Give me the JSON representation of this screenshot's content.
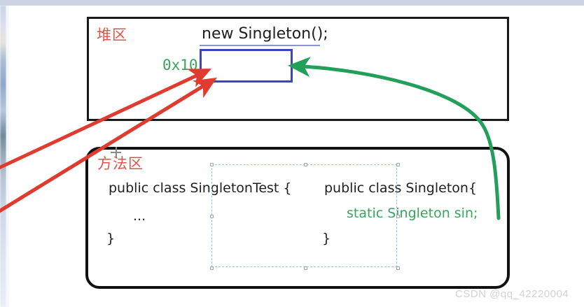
{
  "diagram": {
    "heap": {
      "label": "堆区",
      "object_expression": "new Singleton();",
      "address": "0x10"
    },
    "method_area": {
      "label": "方法区",
      "left_code": [
        "public class SingletonTest {",
        "...",
        "}"
      ],
      "right_code": [
        "public class Singleton{",
        "static Singleton sin;",
        "}"
      ]
    },
    "arrows": {
      "reference_arrow_name": "static-field-to-object-arrow",
      "stack_arrow_1_name": "reference-arrow-1",
      "stack_arrow_2_name": "reference-arrow-2"
    },
    "colors": {
      "heap_border": "#1a1a1a",
      "method_border": "#111111",
      "object_box_border": "#3b44c4",
      "region_label": "#e2524a",
      "address_text": "#3aa35e",
      "static_field_text": "#3aa35e",
      "reference_arrow": "#e03b2f",
      "object_arrow": "#22a05a",
      "selection_outline": "#9fc2e8"
    }
  },
  "watermark": {
    "text": "CSDN @qq_42220004"
  }
}
